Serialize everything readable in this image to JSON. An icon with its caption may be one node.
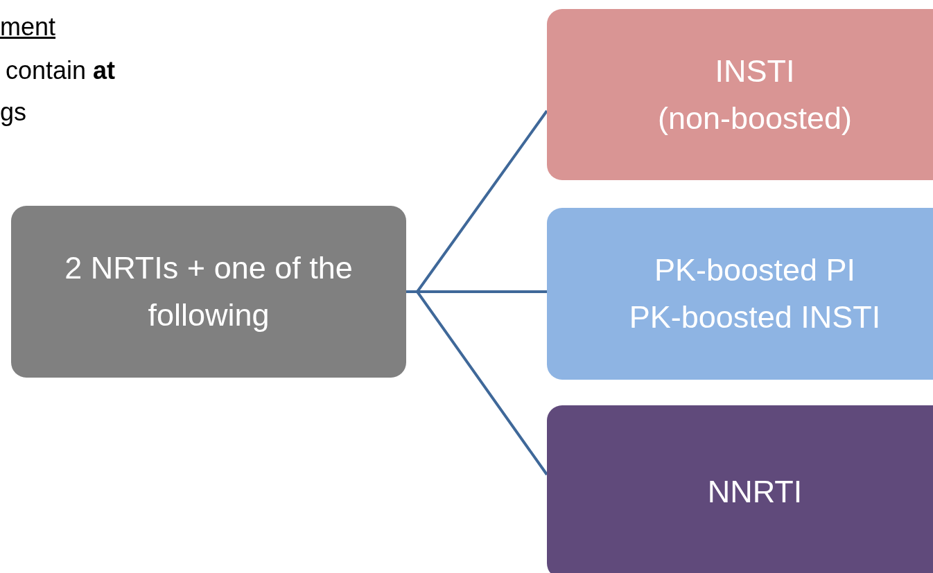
{
  "diagram": {
    "nodes": [
      {
        "text": [
          "2 NRTIs + one of the following"
        ]
      },
      {
        "text": [
          "INSTI",
          "(non-boosted)"
        ]
      },
      {
        "text": [
          "PK-boosted PI",
          "PK-boosted INSTI"
        ]
      },
      {
        "text": [
          "NNRTI"
        ]
      }
    ],
    "edges": [
      {
        "from": 0,
        "to": 1,
        "arrow": "none"
      },
      {
        "from": 0,
        "to": 2,
        "arrow": "none"
      },
      {
        "from": 0,
        "to": 3,
        "arrow": "none"
      }
    ],
    "labels": [
      "ment",
      "contain **at**",
      "gs"
    ]
  }
}
